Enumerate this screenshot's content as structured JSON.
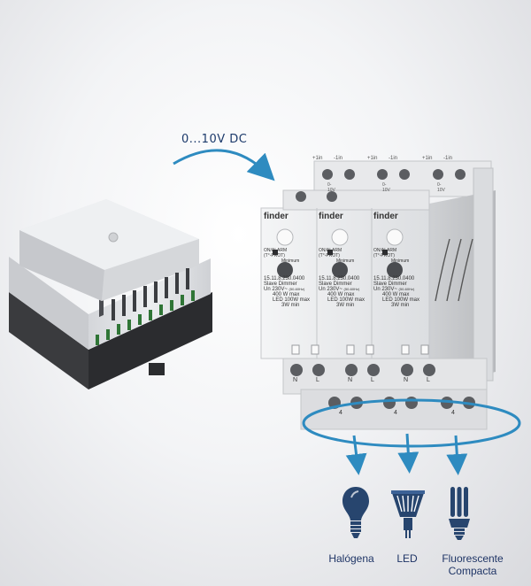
{
  "signal": {
    "label": "0...10V DC"
  },
  "modules": [
    {
      "brand": "finder",
      "code": "15.11.8.230.0400",
      "type": "Slave Dimmer",
      "voltage": "Un 230V~",
      "freq": "(50-60Hz)",
      "rating1": "400 W max",
      "rating2": "LED 100W max",
      "rating3": "3W min",
      "status": "ON/ALARM",
      "prot": "(T°-PROT)",
      "minimum": "Minimum",
      "top_term_left": "+1in",
      "top_term_right": "-1in",
      "bottom_term_left": "N",
      "bottom_term_right": "L"
    },
    {
      "brand": "finder",
      "code": "15.11.8.230.0400",
      "type": "Slave Dimmer",
      "voltage": "Un 230V~",
      "freq": "(50-60Hz)",
      "rating1": "400 W max",
      "rating2": "LED 100W max",
      "rating3": "3W min",
      "status": "ON/ALARM",
      "prot": "(T°-PROT)",
      "minimum": "Minimum",
      "top_term_left": "+1in",
      "top_term_right": "-1in",
      "bottom_term_left": "N",
      "bottom_term_right": "L"
    },
    {
      "brand": "finder",
      "code": "15.11.8.230.0400",
      "type": "Slave Dimmer",
      "voltage": "Un 230V~",
      "freq": "(50-60Hz)",
      "rating1": "400 W max",
      "rating2": "LED 100W max",
      "rating3": "3W min",
      "status": "ON/ALARM",
      "prot": "(T°-PROT)",
      "minimum": "Minimum",
      "top_term_left": "+1in",
      "top_term_right": "-1in",
      "bottom_term_left": "N",
      "bottom_term_right": "L"
    }
  ],
  "top_back_labels": [
    "0-10V",
    "0-10V",
    "0-10V"
  ],
  "output_terminal_label": "4",
  "lamps": [
    {
      "name": "Halógena",
      "icon": "halogen-bulb-icon"
    },
    {
      "name": "LED",
      "icon": "led-spot-icon"
    },
    {
      "name": "Fluorescente Compacta",
      "icon": "compact-fluorescent-icon"
    }
  ],
  "colors": {
    "accent": "#2e8bc0",
    "text": "#1f3566",
    "lamp": "#27456e",
    "terminal_green": "#3f9a4a"
  }
}
